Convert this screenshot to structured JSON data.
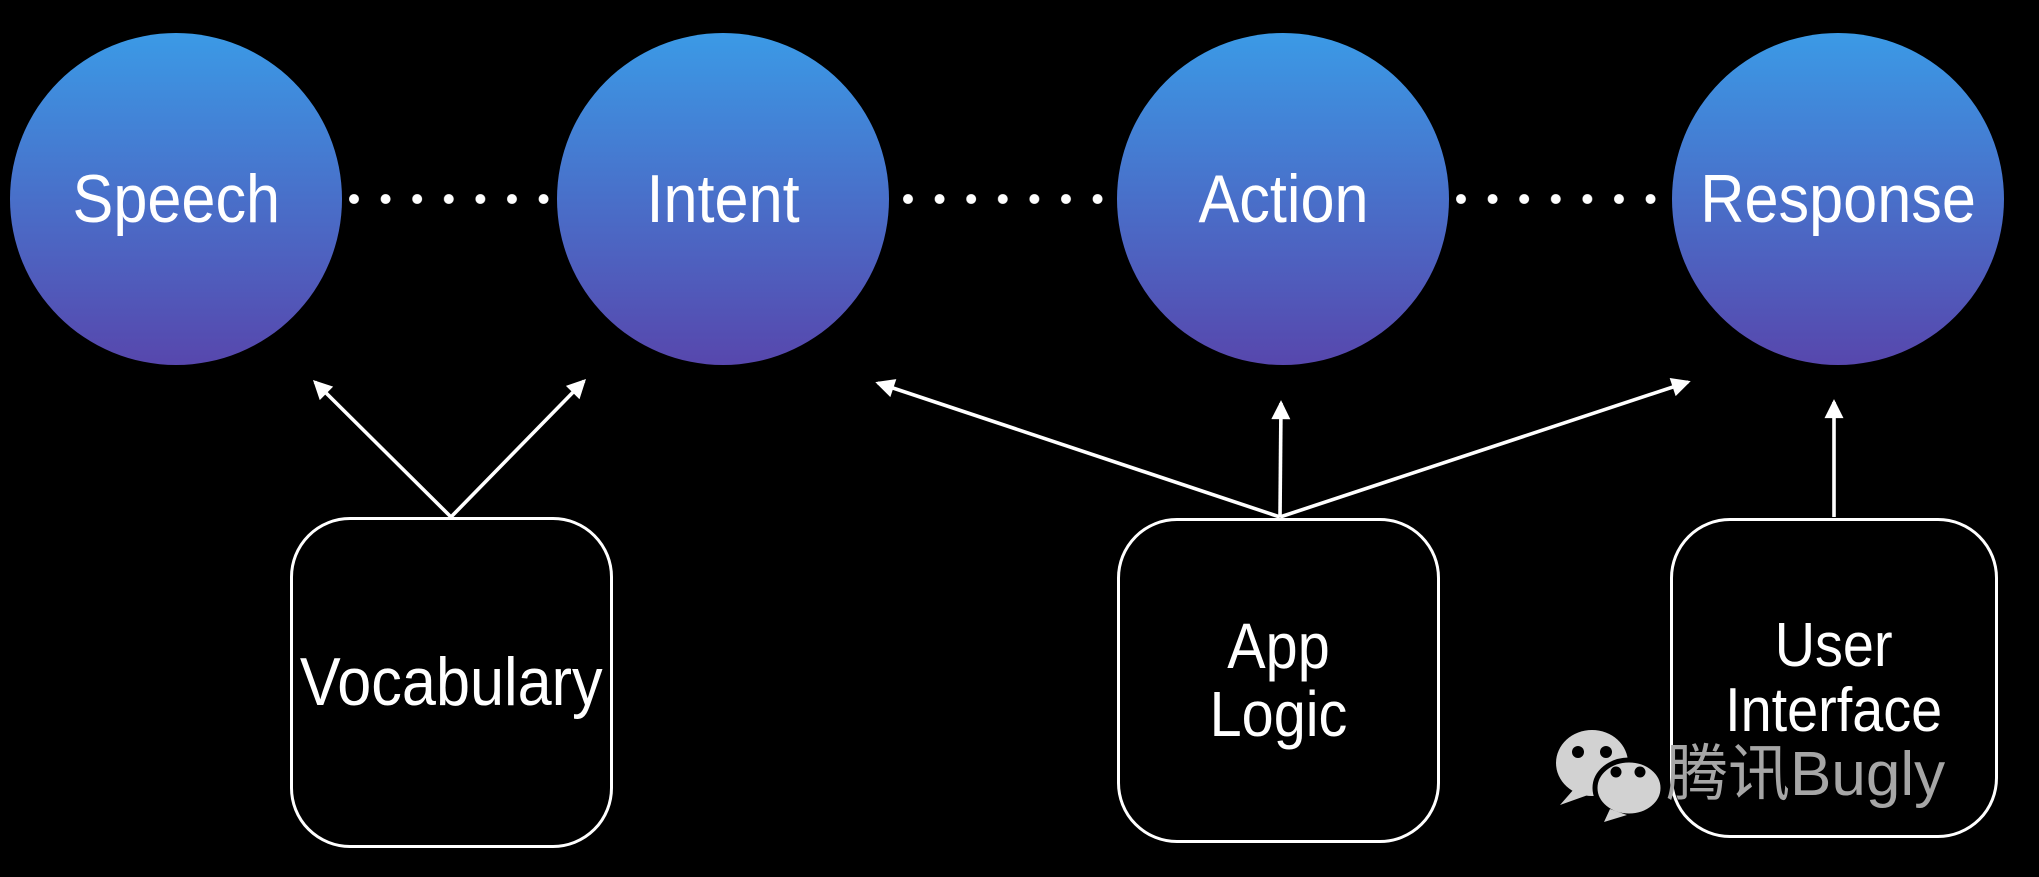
{
  "slide": {
    "background": "#000000",
    "pipeline": {
      "connector_style": "dotted",
      "nodes": [
        {
          "label": "Speech"
        },
        {
          "label": "Intent"
        },
        {
          "label": "Action"
        },
        {
          "label": "Response"
        }
      ]
    },
    "resources": [
      {
        "label": "Vocabulary",
        "feeds": [
          "Speech",
          "Intent"
        ]
      },
      {
        "label": "App\nLogic",
        "feeds": [
          "Intent",
          "Action",
          "Response"
        ]
      },
      {
        "label": "User\nInterface",
        "feeds": [
          "Response"
        ]
      }
    ],
    "watermark": {
      "icon": "wechat-icon",
      "brand": "腾讯Bugly"
    },
    "colors": {
      "background": "#000000",
      "node_gradient_top": "#3B9AE6",
      "node_gradient_mid": "#4A6CC7",
      "node_gradient_bottom": "#5747AD",
      "stroke_white": "#FFFFFF",
      "label_text": "#FFFFFF",
      "watermark_gray": "#A6A6A6",
      "watermark_icon_gray": "#D2D2D2"
    }
  }
}
